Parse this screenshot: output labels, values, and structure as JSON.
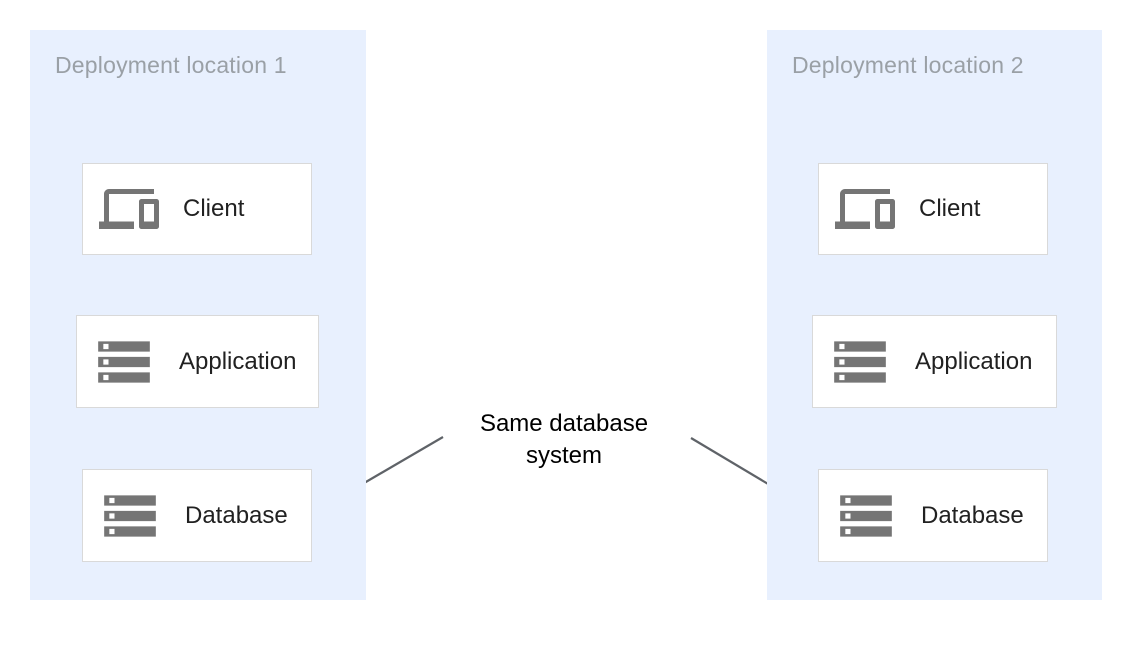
{
  "diagram": {
    "type": "deployment-architecture",
    "colors": {
      "zone_background": "#e8f0fe",
      "node_background": "#ffffff",
      "node_border": "#d9d9d9",
      "icon_gray": "#757575",
      "zone_title_gray": "#9aa0a6",
      "label_text": "#212121",
      "annotation_text": "#000000",
      "flow_arrow_blue": "#4285f4",
      "annotation_arrow_dark": "#5f6368"
    },
    "containers": [
      {
        "title": "Deployment location 1",
        "nodes": [
          {
            "id": "client",
            "label": "Client",
            "icon": "devices-icon"
          },
          {
            "id": "application",
            "label": "Application",
            "icon": "storage-icon"
          },
          {
            "id": "database",
            "label": "Database",
            "icon": "storage-icon"
          }
        ]
      },
      {
        "title": "Deployment location 2",
        "nodes": [
          {
            "id": "client",
            "label": "Client",
            "icon": "devices-icon"
          },
          {
            "id": "application",
            "label": "Application",
            "icon": "storage-icon"
          },
          {
            "id": "database",
            "label": "Database",
            "icon": "storage-icon"
          }
        ]
      }
    ],
    "edges": [
      {
        "from": "location1.client",
        "to": "location1.application",
        "style": "blue-arrow"
      },
      {
        "from": "location1.application",
        "to": "location1.database",
        "style": "blue-arrow"
      },
      {
        "from": "location2.client",
        "to": "location2.application",
        "style": "blue-arrow"
      },
      {
        "from": "location2.application",
        "to": "location2.database",
        "style": "blue-arrow"
      },
      {
        "from": "annotation",
        "to": "location1.database",
        "style": "dark-arrow"
      },
      {
        "from": "annotation",
        "to": "location2.database",
        "style": "dark-arrow"
      }
    ],
    "annotation": {
      "text": "Same database system"
    }
  }
}
